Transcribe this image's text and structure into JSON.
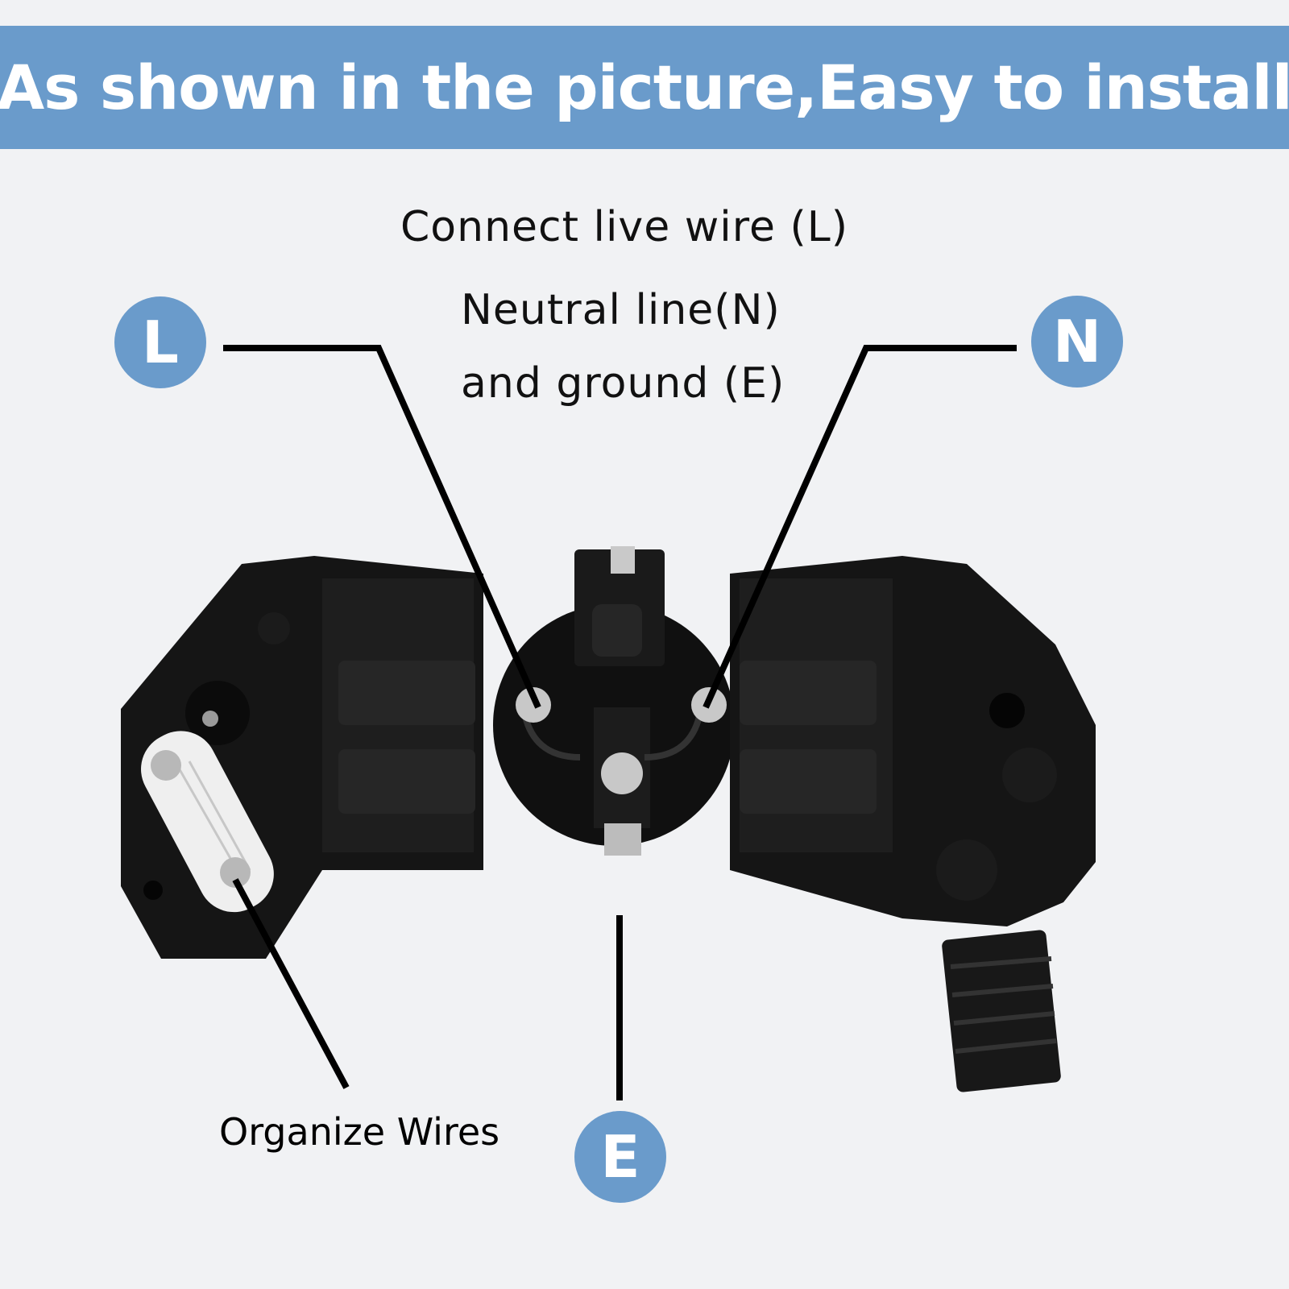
{
  "banner": {
    "title": "As shown in the picture,Easy to install"
  },
  "instructions": {
    "line1": "Connect live wire (L)",
    "line2": "Neutral line(N)",
    "line3": "and ground (E)"
  },
  "labels": {
    "live": "L",
    "neutral": "N",
    "earth": "E",
    "organize": "Organize Wires"
  },
  "colors": {
    "banner": "#6a9bcb",
    "badge": "#6a9bcb",
    "background": "#f1f2f4",
    "plug": "#141414"
  }
}
